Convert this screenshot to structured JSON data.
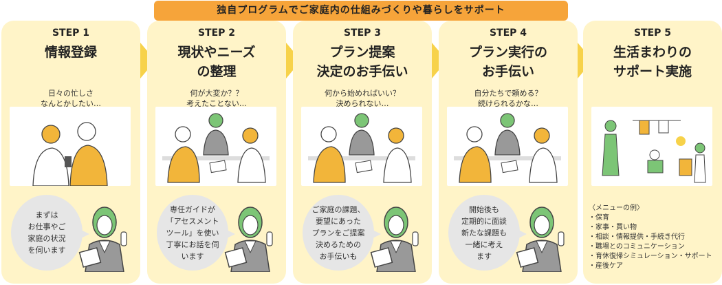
{
  "banner": "独自プログラムでご家庭内の仕組みづくりや暮らしをサポート",
  "steps": [
    {
      "step": "STEP 1",
      "title": "情報登録",
      "worry": "日々の忙しさ\nなんとかしたい…",
      "bubble": "まずは\nお仕事やご\n家庭の状況\nを伺います"
    },
    {
      "step": "STEP 2",
      "title": "現状やニーズ\nの整理",
      "worry": "何が大変か？？\n考えたことない…",
      "bubble": "専任ガイドが\n「アセスメント\nツール」を使い\n丁寧にお話を伺\nいます"
    },
    {
      "step": "STEP 3",
      "title": "プラン提案\n決定のお手伝い",
      "worry": "何から始めればいい？\n決められない…",
      "bubble": "ご家庭の課題、\n要望にあった\nプランをご提案\n決めるための\nお手伝いも"
    },
    {
      "step": "STEP 4",
      "title": "プラン実行の\nお手伝い",
      "worry": "自分たちで頼める？\n続けられるかな…",
      "bubble": "開始後も\n定期的に面談\n新たな課題も\n一緒に考え\nます"
    },
    {
      "step": "STEP 5",
      "title": "生活まわりの\nサポート実施"
    }
  ],
  "menu": {
    "heading": "〈メニューの例〉",
    "items": [
      "・保育",
      "・家事・買い物",
      "・相談・情報提供・手続き代行",
      "・職場とのコミュニケーション",
      "・育休復帰シミュレーション・サポート",
      "・産後ケア"
    ]
  },
  "colors": {
    "card": "#fff4c8",
    "banner": "#f6a43a",
    "arrow": "#f7d24a",
    "hair": "#7cc576"
  }
}
